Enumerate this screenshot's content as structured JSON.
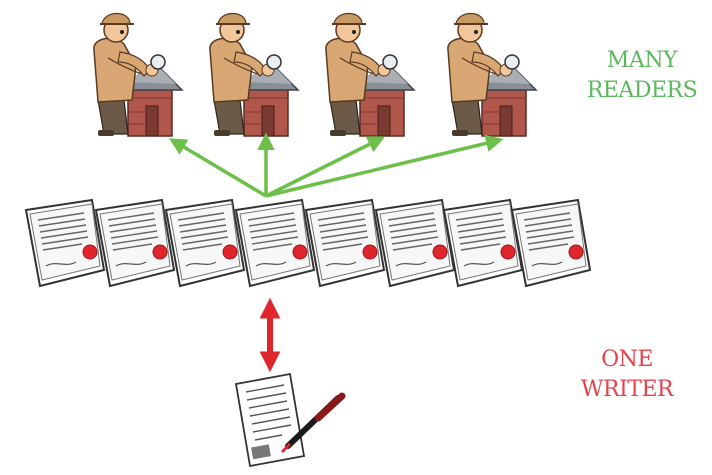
{
  "labels": {
    "readers_line1": "MANY",
    "readers_line2": "READERS",
    "writer_line1": "ONE",
    "writer_line2": "WRITER"
  },
  "colors": {
    "reader_arrows": "#6cc04a",
    "writer_arrow": "#e0262d",
    "readers_text": "#5cb85c",
    "writer_text": "#e8414a"
  },
  "diagram": {
    "reader_count": 4,
    "document_count": 8,
    "writer_count": 1
  }
}
